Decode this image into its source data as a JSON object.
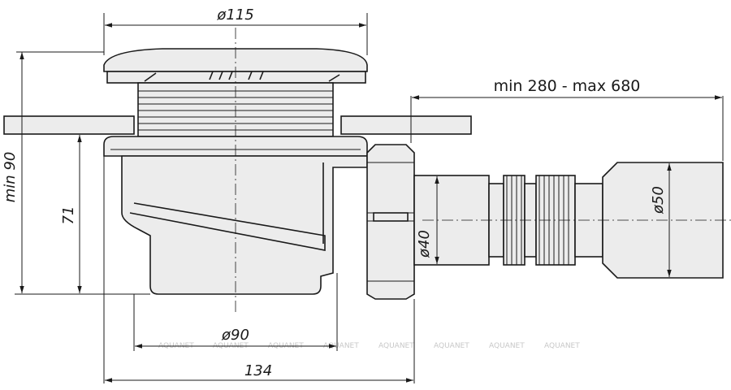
{
  "dimensions": {
    "top_diameter": "ø115",
    "pipe_length": "min 280 - max 680",
    "min_height": "min 90",
    "height": "71",
    "outlet_diameter": "ø40",
    "pipe_diameter": "ø50",
    "body_diameter": "ø90",
    "width": "134"
  },
  "watermark": "AQUANET"
}
